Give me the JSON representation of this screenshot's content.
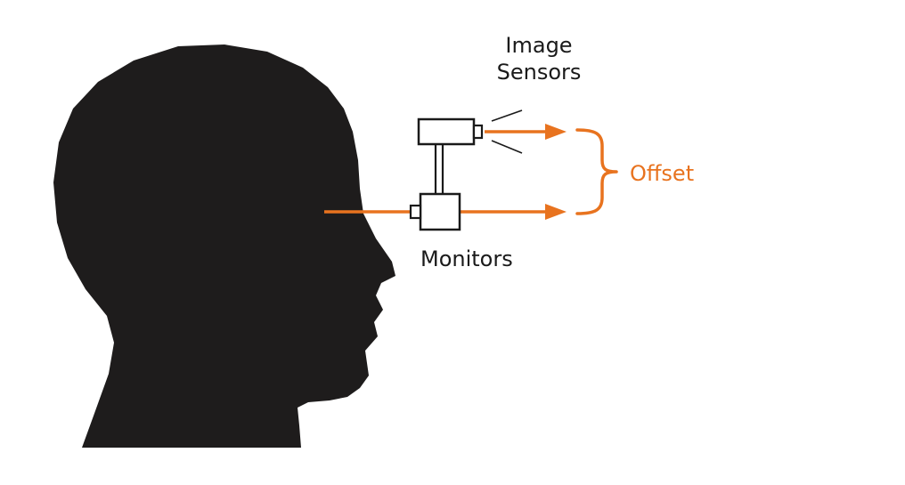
{
  "labels": {
    "image_sensors_line1": "Image",
    "image_sensors_line2": "Sensors",
    "monitors": "Monitors",
    "offset": "Offset"
  },
  "colors": {
    "head": "#1e1c1c",
    "accent": "#e8731f",
    "outline": "#1a1a1a",
    "background": "#ffffff"
  }
}
